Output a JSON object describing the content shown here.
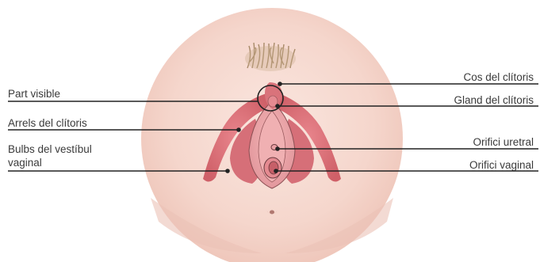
{
  "labels": {
    "part_visible": "Part visible",
    "arrels": "Arrels del clítoris",
    "bulbs_line1": "Bulbs del vestíbul",
    "bulbs_line2": "vaginal",
    "cos": "Cos del clítoris",
    "gland": "Gland del clítoris",
    "orifici_uretral": "Orifici uretral",
    "orifici_vaginal": "Orifici vaginal"
  },
  "colors": {
    "background": "#ffffff",
    "skin": "#f7ddd5",
    "skin_shadow": "#eec8be",
    "pubic_hair": "#b89a78",
    "clitoral_tissue": "#d9737b",
    "inner_tissue": "#e89aa0",
    "leader_line": "#222222",
    "text": "#3a3a3a"
  }
}
